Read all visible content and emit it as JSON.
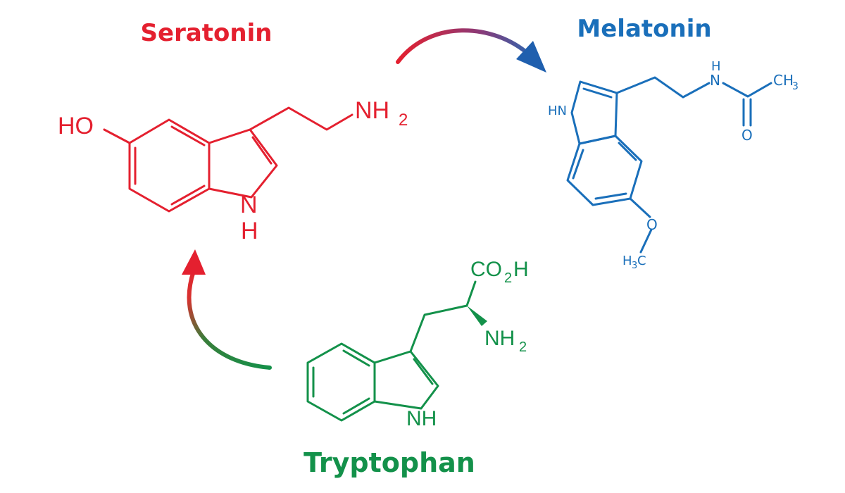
{
  "colors": {
    "serotonin": "#e4202f",
    "melatonin": "#1a6fba",
    "tryptophan": "#13914a"
  },
  "serotonin": {
    "title": "Seratonin",
    "ho": "HO",
    "nh2_main": "NH",
    "nh2_sub": "2",
    "ring_n": "N",
    "ring_h": "H"
  },
  "melatonin": {
    "title": "Melatonin",
    "hn": "HN",
    "amide_h": "H",
    "amide_n": "N",
    "ch3_main": "CH",
    "ch3_sub": "3",
    "carbonyl_o": "O",
    "ether_o": "O",
    "h3c_h": "H",
    "h3c_sub": "3",
    "h3c_c": "C"
  },
  "tryptophan": {
    "title": "Tryptophan",
    "co2h_a": "CO",
    "co2h_sub": "2",
    "co2h_b": "H",
    "nh2_main": "NH",
    "nh2_sub": "2",
    "ring_nh": "NH"
  }
}
